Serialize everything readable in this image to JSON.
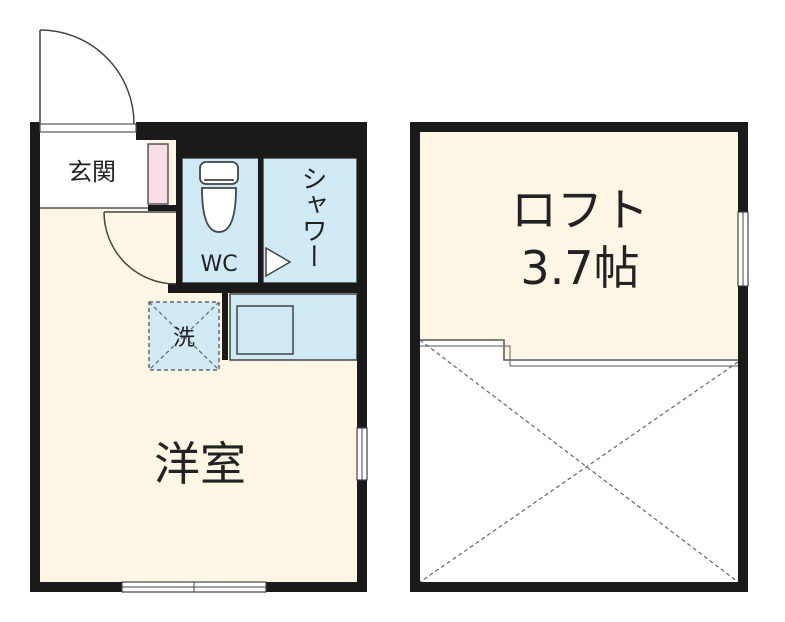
{
  "rooms": {
    "genkan": "玄関",
    "wc": "WC",
    "shower": "シャワー",
    "washer": "洗",
    "western_room": "洋室",
    "loft_name": "ロフト",
    "loft_size": "3.7帖"
  },
  "colors": {
    "floor": "#fdf6e4",
    "wet_area": "#cfe9f5",
    "closet": "#f7dde4",
    "wall": "#1a1a1a"
  }
}
